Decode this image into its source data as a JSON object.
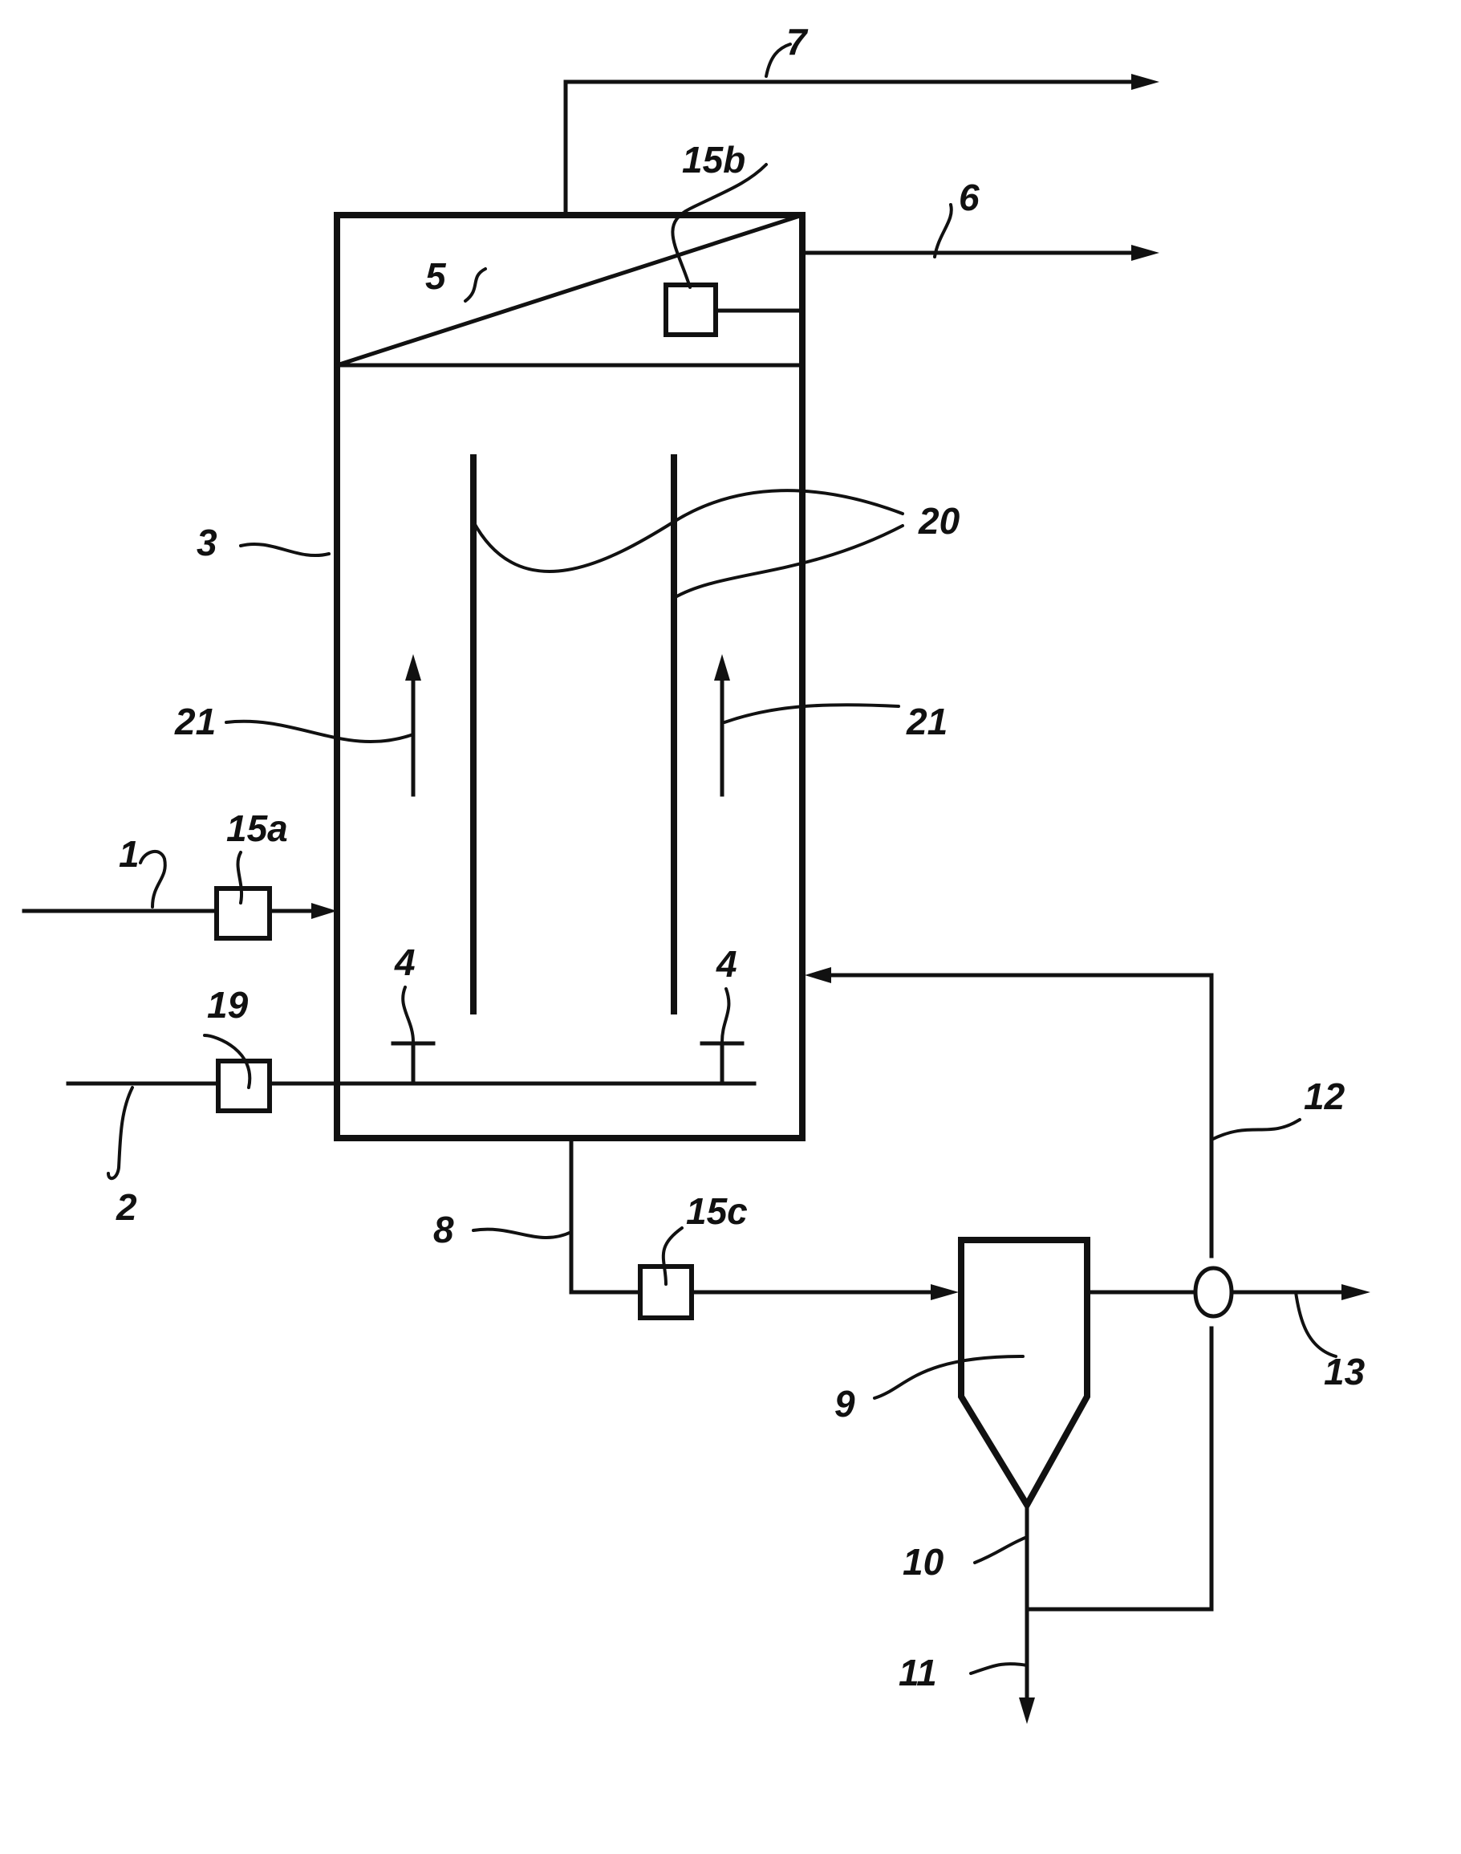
{
  "labels": {
    "l1": "1",
    "l2": "2",
    "l3": "3",
    "l4a": "4",
    "l4b": "4",
    "l5": "5",
    "l6": "6",
    "l7": "7",
    "l8": "8",
    "l9": "9",
    "l10": "10",
    "l11": "11",
    "l12": "12",
    "l13": "13",
    "l15a": "15a",
    "l15b": "15b",
    "l15c": "15c",
    "l19": "19",
    "l20": "20",
    "l21a": "21",
    "l21b": "21"
  }
}
